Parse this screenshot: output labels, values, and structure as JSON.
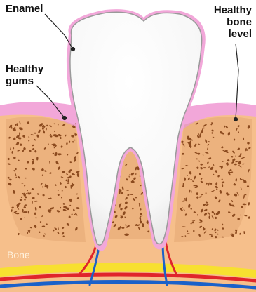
{
  "labels": {
    "enamel": "Enamel",
    "healthy_gums": "Healthy\ngums",
    "healthy_bone_level": "Healthy\nbone\nlevel",
    "bone": "Bone"
  },
  "colors": {
    "bone": "#f6bf8b",
    "bone_spots": "#8b4a1e",
    "gum": "#f2a7d9",
    "tooth": "#ffffff",
    "tooth_outline": "#9a9a9a",
    "nerve_yellow": "#f7e030",
    "artery_red": "#e0252b",
    "vein_blue": "#1b61c9"
  }
}
